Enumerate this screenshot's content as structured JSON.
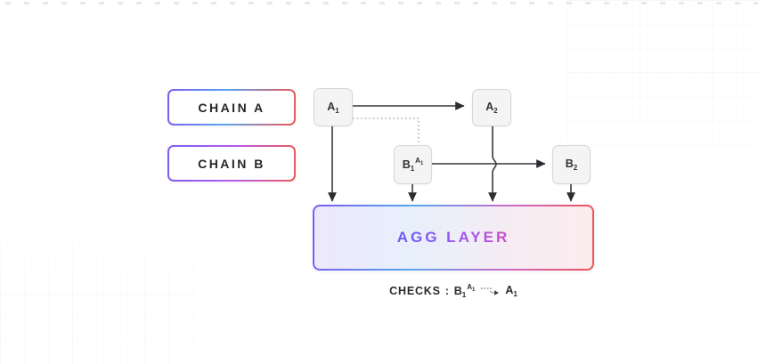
{
  "palette": {
    "accent_purple": "#7d5cf6",
    "accent_blue": "#58a6f0",
    "accent_red": "#ef5350",
    "agg_text_gradient": [
      "#6d5bf2",
      "#cf4fc4"
    ],
    "node_fill": "#f4f4f5",
    "node_border": "#d7d7db",
    "arrow_color": "#38383e",
    "dotted_color": "#9a9aa2",
    "text_dark": "#26262a"
  },
  "chains": {
    "chain_a": {
      "label": "CHAIN A"
    },
    "chain_b": {
      "label": "CHAIN B"
    }
  },
  "nodes": {
    "a1": {
      "letter": "A",
      "sub": "1"
    },
    "a2": {
      "letter": "A",
      "sub": "2"
    },
    "b1": {
      "letter": "B",
      "sub": "1",
      "sup_letter": "A",
      "sup_sub": "1"
    },
    "b2": {
      "letter": "B",
      "sub": "2"
    }
  },
  "agg": {
    "label": "AGG LAYER"
  },
  "checks": {
    "label": "CHECKS",
    "separator": ":",
    "left": {
      "letter": "B",
      "sub": "1",
      "sup_letter": "A",
      "sup_sub": "1"
    },
    "right": {
      "letter": "A",
      "sub": "1"
    }
  },
  "edges": [
    {
      "from": "A1",
      "to": "A2",
      "style": "solid-arrow"
    },
    {
      "from": "A1",
      "to": "B1-superscript",
      "style": "dotted"
    },
    {
      "from": "B1",
      "to": "B2",
      "style": "solid-arrow",
      "note": "crosses A2 drop line with jump"
    },
    {
      "from": "A1",
      "to": "AGG LAYER",
      "style": "solid-arrow"
    },
    {
      "from": "B1",
      "to": "AGG LAYER",
      "style": "solid-arrow"
    },
    {
      "from": "A2",
      "to": "AGG LAYER",
      "style": "solid-arrow"
    },
    {
      "from": "B2",
      "to": "AGG LAYER",
      "style": "solid-arrow"
    }
  ]
}
